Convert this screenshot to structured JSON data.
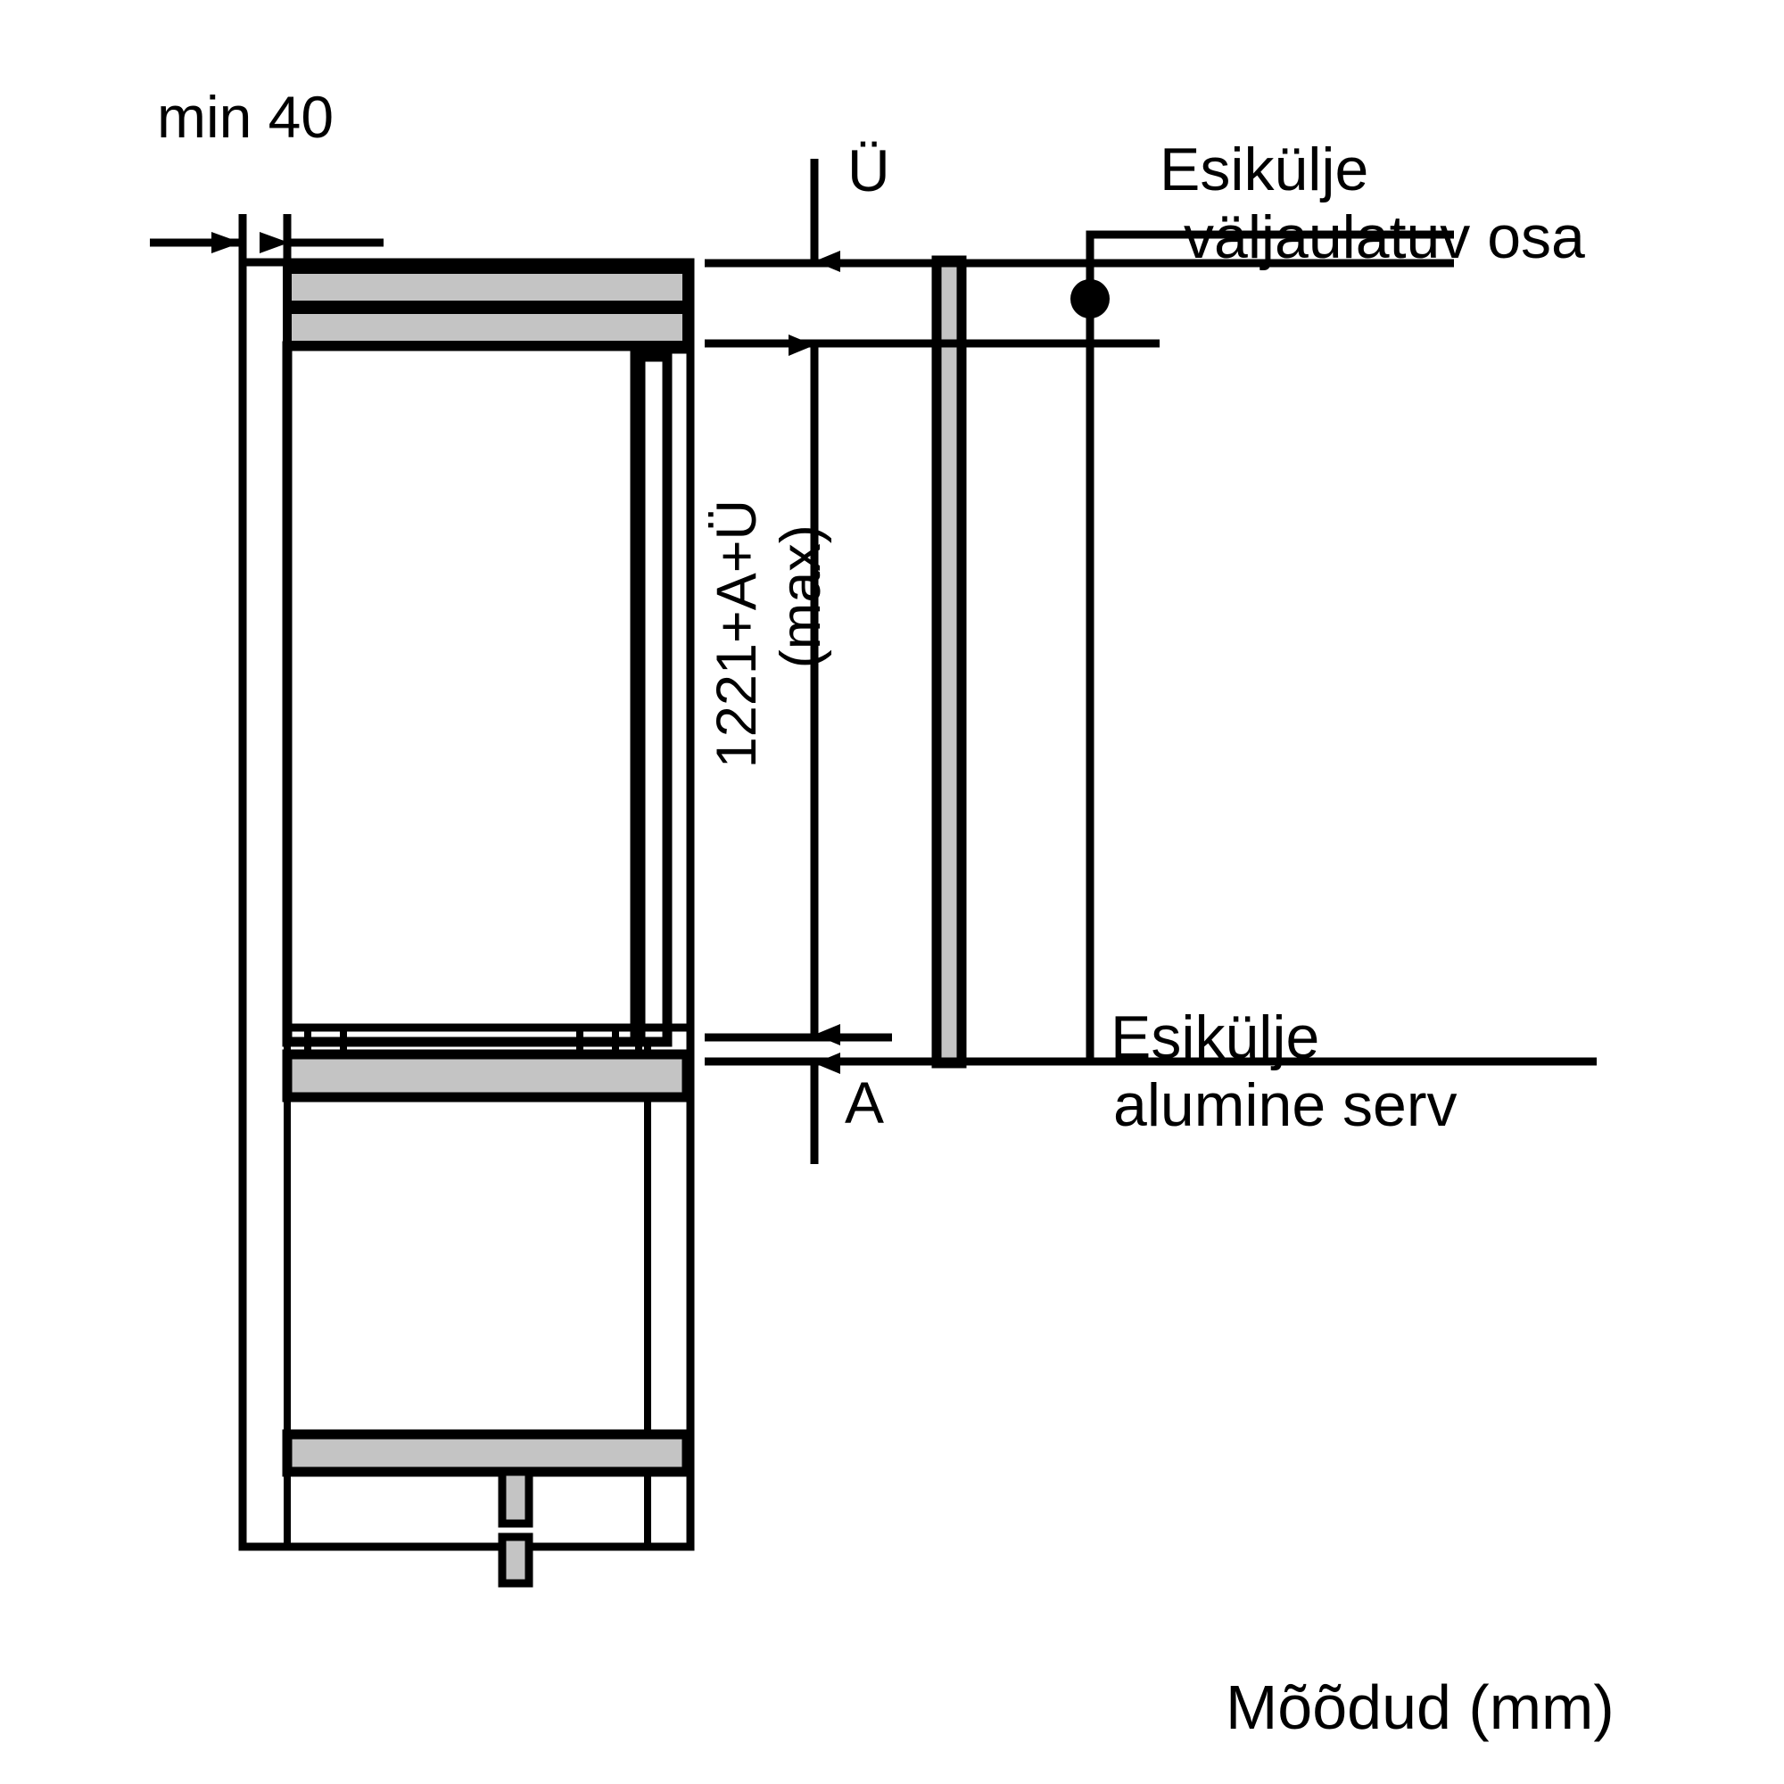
{
  "diagram": {
    "title_caption": "Mõõdud (mm)",
    "labels": {
      "min_clearance": "min 40",
      "overhang_symbol": "Ü",
      "base_gap_symbol": "A",
      "height_dimension_line1": "1221+A+Ü",
      "height_dimension_line2": "(max)",
      "front_protrusion_line1": "Esikülje",
      "front_protrusion_line2": "väljaulatuv osa",
      "front_bottom_edge_line1": "Esikülje",
      "front_bottom_edge_line2": "alumine serv"
    },
    "colors": {
      "line": "#000000",
      "panel_fill": "#C4C4C4",
      "background": "#FFFFFF"
    },
    "units": "mm",
    "measurements": {
      "min_side_clearance": 40,
      "total_height_expression": "1221+A+Ü (max)"
    }
  }
}
